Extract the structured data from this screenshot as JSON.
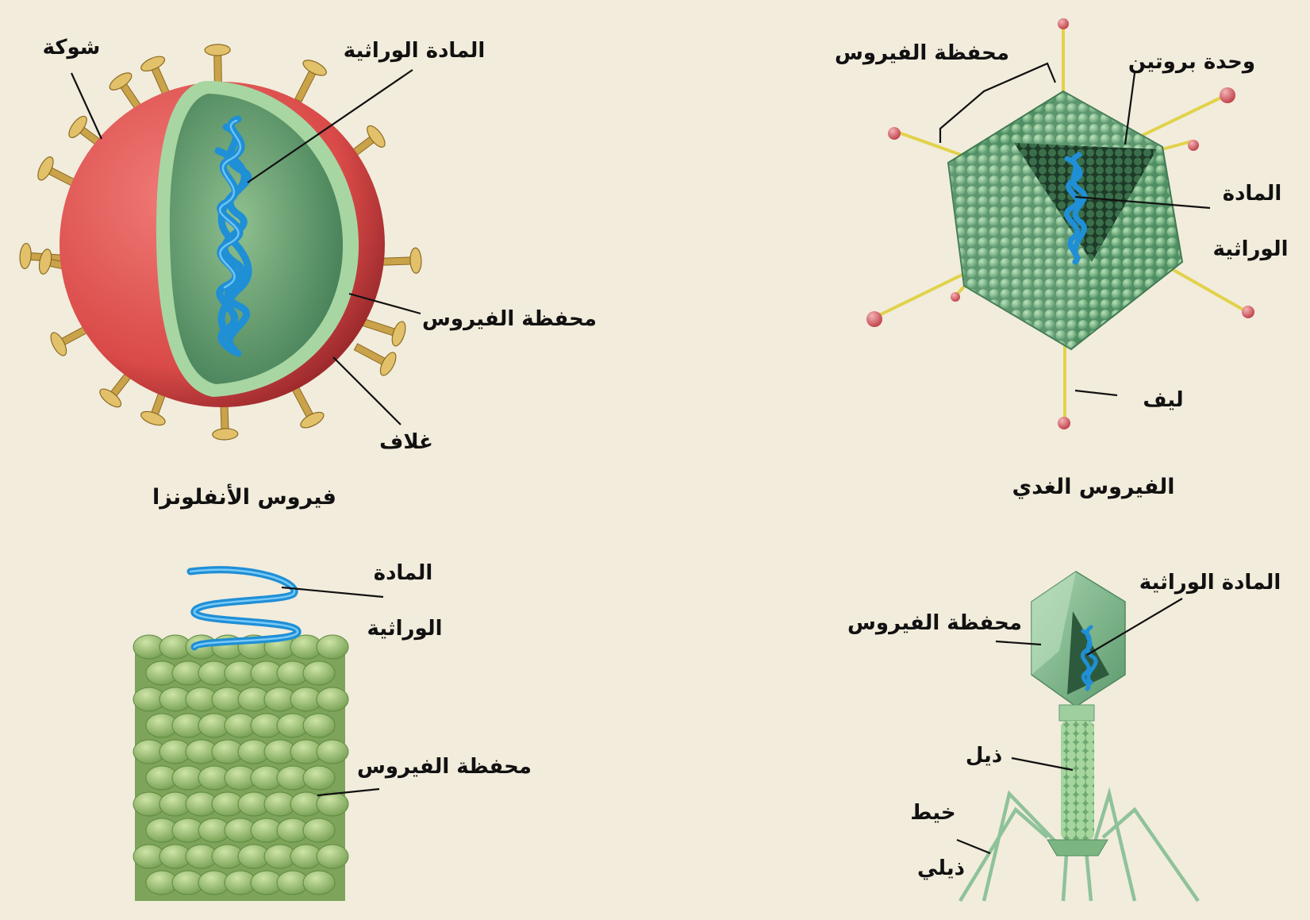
{
  "colors": {
    "background": "#f2ecdc",
    "envelope_red": "#e35a57",
    "capsid_green": "#6fae78",
    "spike_gold": "#c9a24a",
    "genetic_blue": "#2a9fe0",
    "helical_green": "#9bc276",
    "fiber_yellow": "#e2d24a",
    "fiber_tip": "#d96a6f",
    "phage_green": "#8fc29a"
  },
  "influenza": {
    "spike": "شوكة",
    "genetic_material": "المادة الوراثية",
    "capsid": "محفظة الفيروس",
    "envelope": "غلاف",
    "caption": "فيروس الأنفلونزا"
  },
  "adenovirus": {
    "capsid": "محفظة الفيروس",
    "protein_unit": "وحدة بروتين",
    "genetic_material_line1": "المادة",
    "genetic_material_line2": "الوراثية",
    "fiber": "ليف",
    "caption": "الفيروس الغدي"
  },
  "helical": {
    "genetic_material_line1": "المادة",
    "genetic_material_line2": "الوراثية",
    "capsid": "محفظة الفيروس"
  },
  "bacteriophage": {
    "genetic_material": "المادة الوراثية",
    "capsid": "محفظة الفيروس",
    "tail": "ذيل",
    "tail_fiber_line1": "خيط",
    "tail_fiber_line2": "ذيلي"
  }
}
